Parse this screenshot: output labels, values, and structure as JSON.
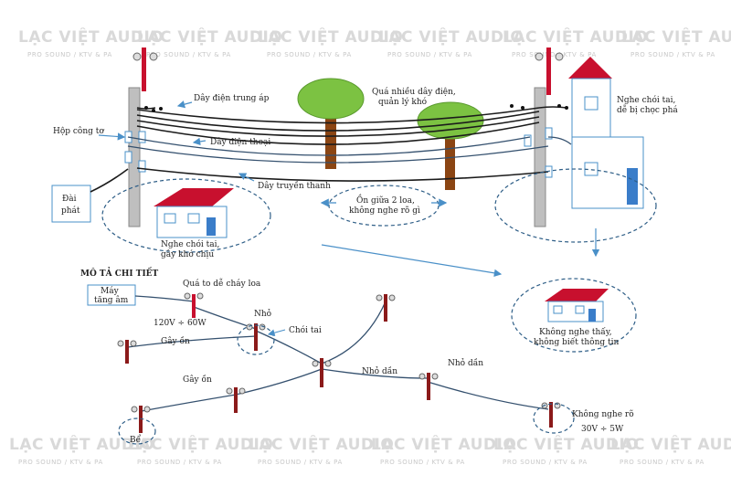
{
  "watermark": {
    "brand": "LẠC VIỆT AUDIO",
    "tagline": "PRO SOUND / KTV & PA"
  },
  "top": {
    "high_voltage_wire": "Dây điện trung áp",
    "too_many_wires_line1": "Quá nhiều dây điện,",
    "too_many_wires_line2": "quản lý khó",
    "meter_box": "Hộp công tơ",
    "phone_wire": "Dây điện thoại",
    "broadcast_wire": "Dây truyền thanh",
    "station_line1": "Đài",
    "station_line2": "phát",
    "noisy_between_line1": "Ồn giữa 2 loa,",
    "noisy_between_line2": "không nghe rõ gì",
    "house_left_line1": "Nghe chói tai,",
    "house_left_line2": "gây khó chịu",
    "house_right_line1": "Nghe chói tai,",
    "house_right_line2": "dễ bị chọc phá",
    "house_far_line1": "Không nghe thấy,",
    "house_far_line2": "không biết thông tin"
  },
  "detail": {
    "title": "MÔ TẢ CHI TIẾT",
    "amplifier_line1": "Máy",
    "amplifier_line2": "tăng âm",
    "too_loud": "Quá to dễ cháy loa",
    "voltage_high": "120V ÷ 60W",
    "small_1": "Nhỏ",
    "harsh": "Chói tai",
    "noisy_1": "Gây ồn",
    "noisy_2": "Gây ồn",
    "fading_1": "Nhỏ dần",
    "fading_2": "Nhỏ dần",
    "unclear": "Không nghe rõ",
    "voltage_low": "30V ÷ 5W",
    "broken": "Bể"
  },
  "colors": {
    "roof": "#c8102e",
    "tree_leaf": "#7cc242",
    "tree_trunk": "#8b4513",
    "pole": "#bfbfbf",
    "dashed": "#2e5e87",
    "door": "#3a7dc9"
  }
}
